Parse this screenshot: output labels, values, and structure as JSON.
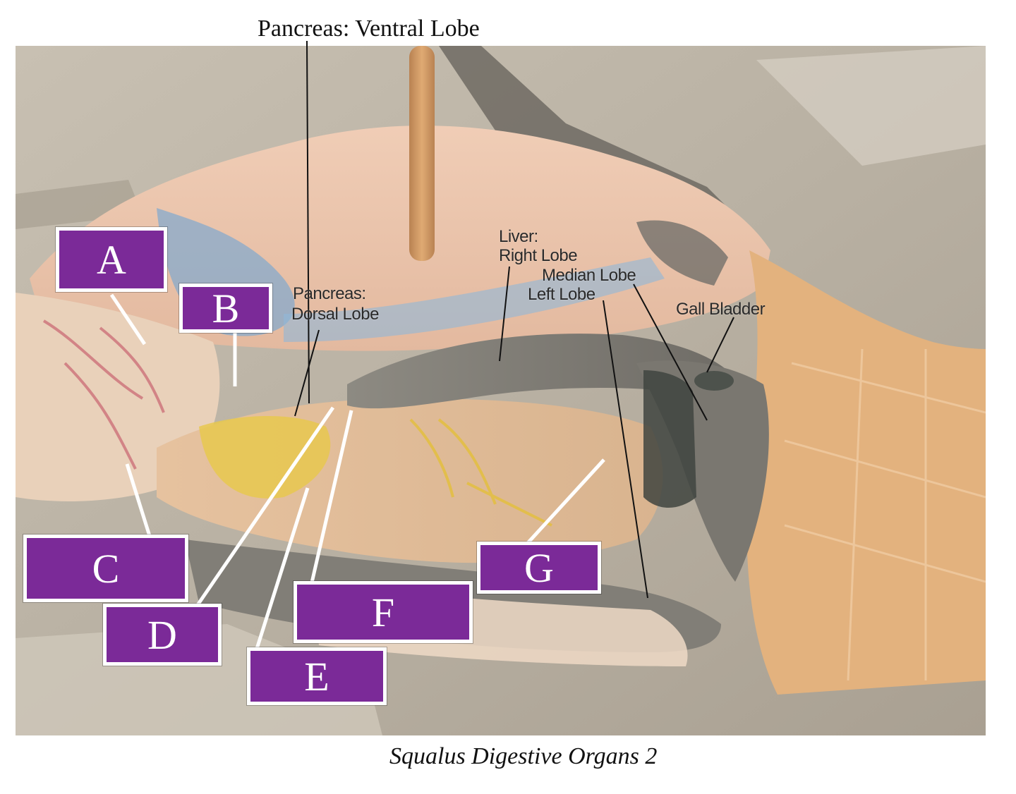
{
  "title": "Pancreas: Ventral Lobe",
  "caption": "Squalus Digestive Organs 2",
  "photo_labels": {
    "pancreas_dorsal_1": "Pancreas:",
    "pancreas_dorsal_2": "Dorsal Lobe",
    "liver_1": "Liver:",
    "liver_right": "Right Lobe",
    "liver_median": "Median Lobe",
    "liver_left": "Left Lobe",
    "gall_bladder": "Gall Bladder"
  },
  "answer_boxes": [
    "A",
    "B",
    "C",
    "D",
    "E",
    "F",
    "G"
  ],
  "colors": {
    "box_fill": "#7b2a98",
    "box_border": "#ffffff",
    "leader_lines": "#ffffff"
  }
}
